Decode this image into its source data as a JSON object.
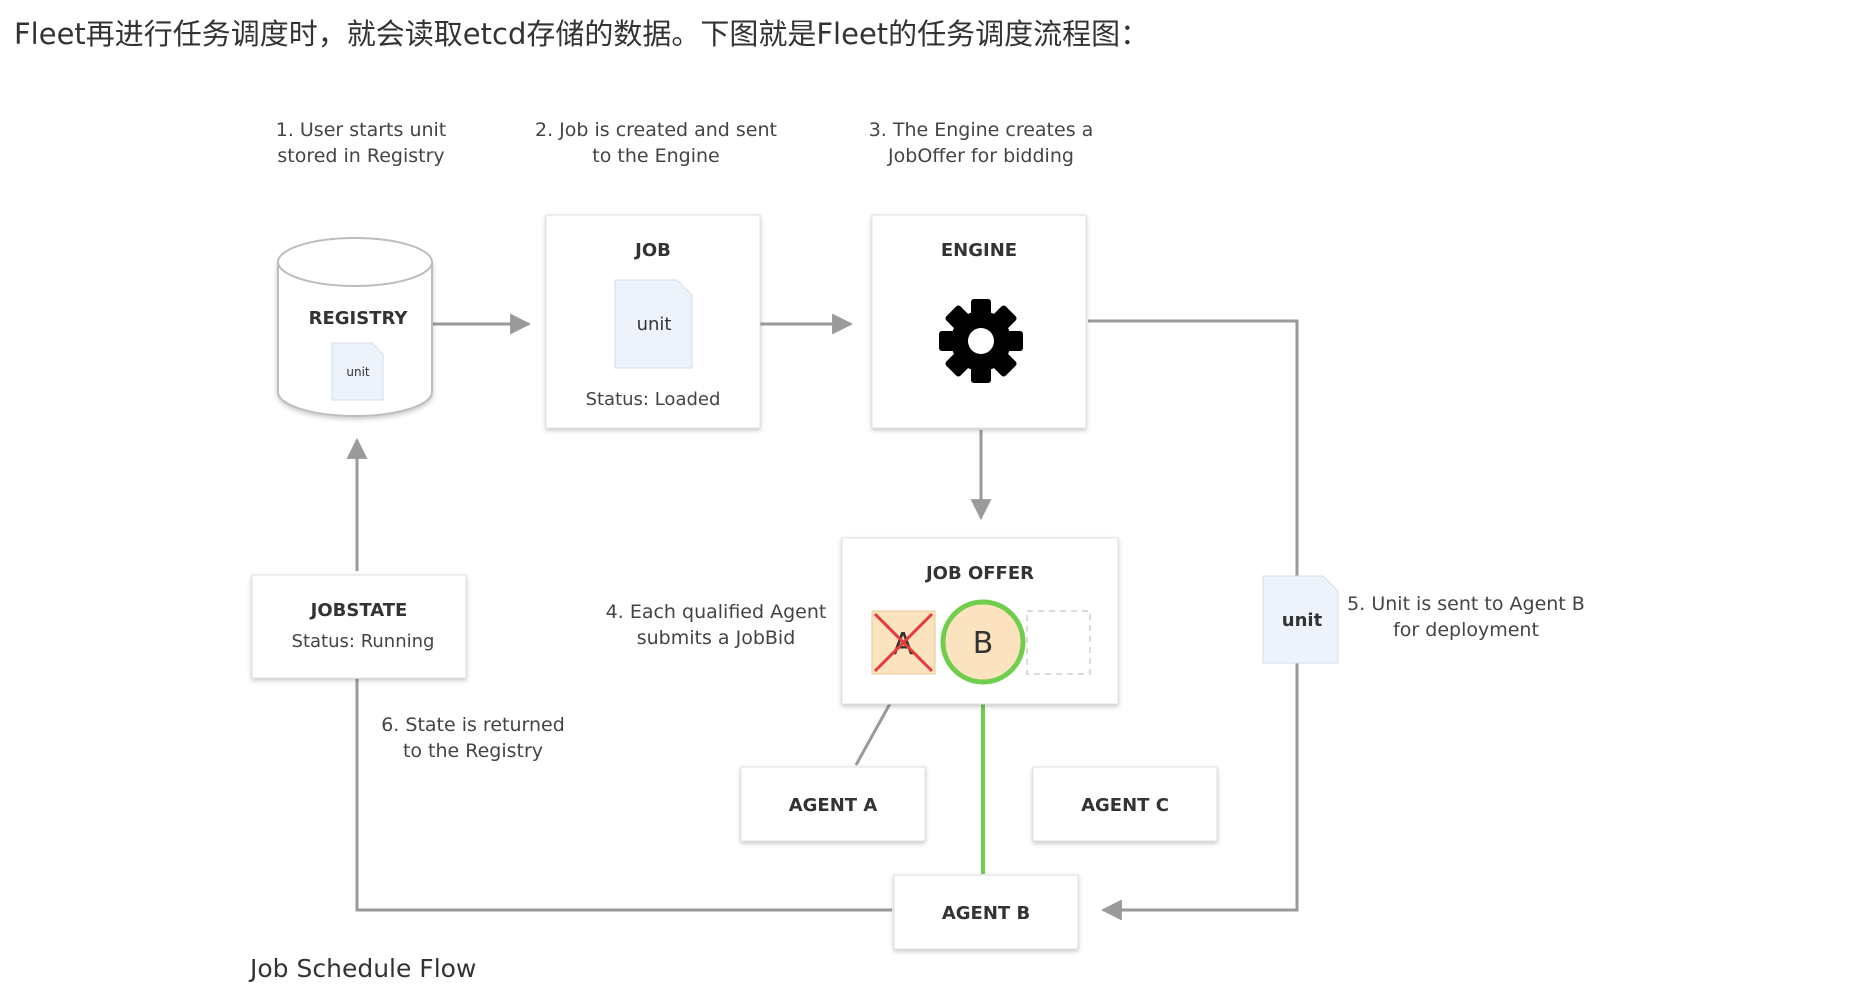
{
  "intro": "Fleet再进行任务调度时，就会读取etcd存储的数据。下图就是Fleet的任务调度流程图：",
  "diagram": {
    "steps": [
      {
        "line1": "1. User starts unit",
        "line2": "stored in Registry"
      },
      {
        "line1": "2. Job is created and sent",
        "line2": "to the Engine"
      },
      {
        "line1": "3. The Engine creates a",
        "line2": "JobOffer for bidding"
      },
      {
        "line1": "4. Each qualified Agent",
        "line2": "submits a JobBid"
      },
      {
        "line1": "5. Unit is sent to Agent B",
        "line2": "for deployment"
      },
      {
        "line1": "6. State is returned",
        "line2": "to the Registry"
      }
    ],
    "registry": {
      "label": "REGISTRY",
      "doc": "unit"
    },
    "job": {
      "label": "JOB",
      "doc": "unit",
      "status": "Status: Loaded"
    },
    "engine": {
      "label": "ENGINE",
      "icon": "gear-icon"
    },
    "job_offer": {
      "label": "JOB OFFER",
      "bid_a": "A",
      "bid_b": "B"
    },
    "jobstate": {
      "label": "JOBSTATE",
      "status": "Status: Running"
    },
    "agents": {
      "a": "AGENT A",
      "b": "AGENT B",
      "c": "AGENT C"
    },
    "transit_doc": "unit",
    "colors": {
      "arrow": "#9a9a9a",
      "highlight": "#6fce4d",
      "reject": "#e53b3b",
      "bid_fill": "#fbe3bf",
      "doc_fill": "#eef3fb"
    }
  },
  "caption": "Job Schedule Flow"
}
